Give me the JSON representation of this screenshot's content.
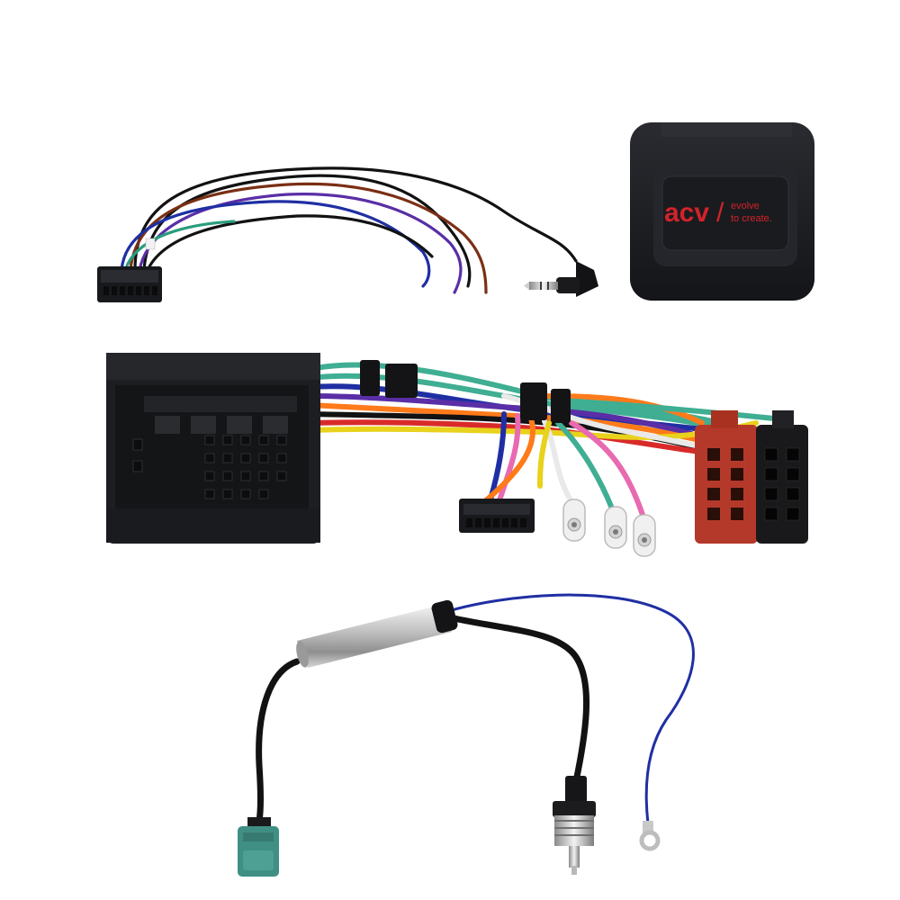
{
  "product": {
    "logo_text": "acv",
    "tagline_line1": "evolve",
    "tagline_line2": "to create."
  },
  "colors": {
    "background": "#ffffff",
    "housing": "#1c1d21",
    "logo_red": "#d2232a",
    "iso_red": "#b5392a",
    "fakra_green": "#3f8f84",
    "wire_blue": "#1f2fa3",
    "wire_purple": "#5a2ea6",
    "wire_brown": "#7a2f14",
    "wire_green": "#3fae92",
    "wire_orange": "#ff7a1a",
    "wire_pink": "#e86ab0",
    "wire_yellow": "#e8d21c",
    "wire_red": "#d92a2a",
    "wire_white": "#e9e9e9",
    "wire_black": "#121212",
    "silver": "#c9c9c9"
  }
}
